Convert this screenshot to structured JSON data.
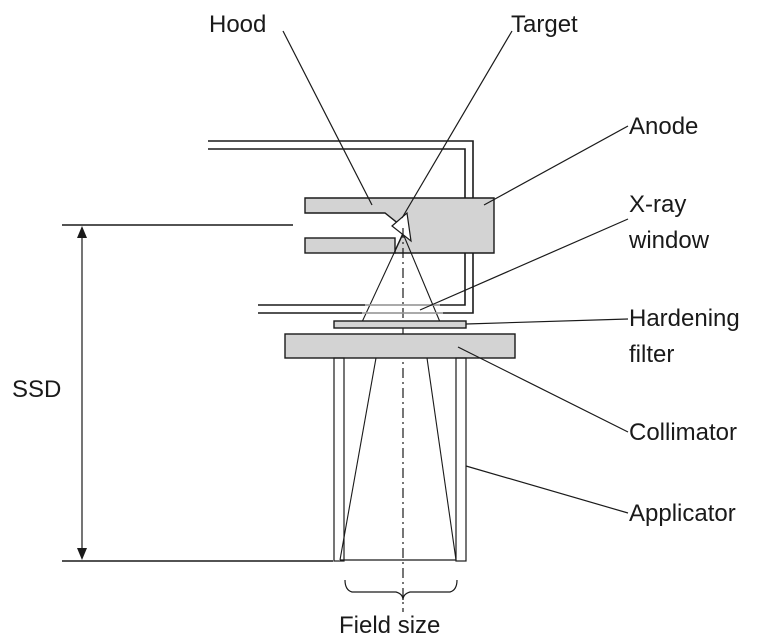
{
  "labels": {
    "hood": "Hood",
    "target": "Target",
    "anode": "Anode",
    "xray_window_line1": "X-ray",
    "xray_window_line2": "window",
    "hardening_filter_line1": "Hardening",
    "hardening_filter_line2": "filter",
    "collimator": "Collimator",
    "applicator": "Applicator",
    "ssd": "SSD",
    "field_size": "Field size"
  },
  "colors": {
    "line": "#1a1a1a",
    "part_fill": "#d3d3d3",
    "background": "#ffffff"
  }
}
